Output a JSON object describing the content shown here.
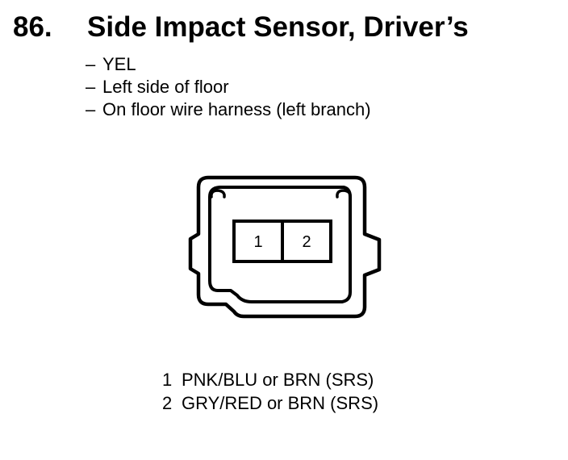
{
  "header": {
    "number": "86.",
    "title": "Side Impact Sensor, Driver’s"
  },
  "details": [
    {
      "dash": "–",
      "text": "YEL"
    },
    {
      "dash": "–",
      "text": "Left side of floor"
    },
    {
      "dash": "–",
      "text": "On floor wire harness (left branch)"
    }
  ],
  "connector": {
    "cavities": [
      "1",
      "2"
    ]
  },
  "pins": [
    {
      "number": "1",
      "description": "PNK/BLU or BRN (SRS)"
    },
    {
      "number": "2",
      "description": "GRY/RED or BRN (SRS)"
    }
  ]
}
